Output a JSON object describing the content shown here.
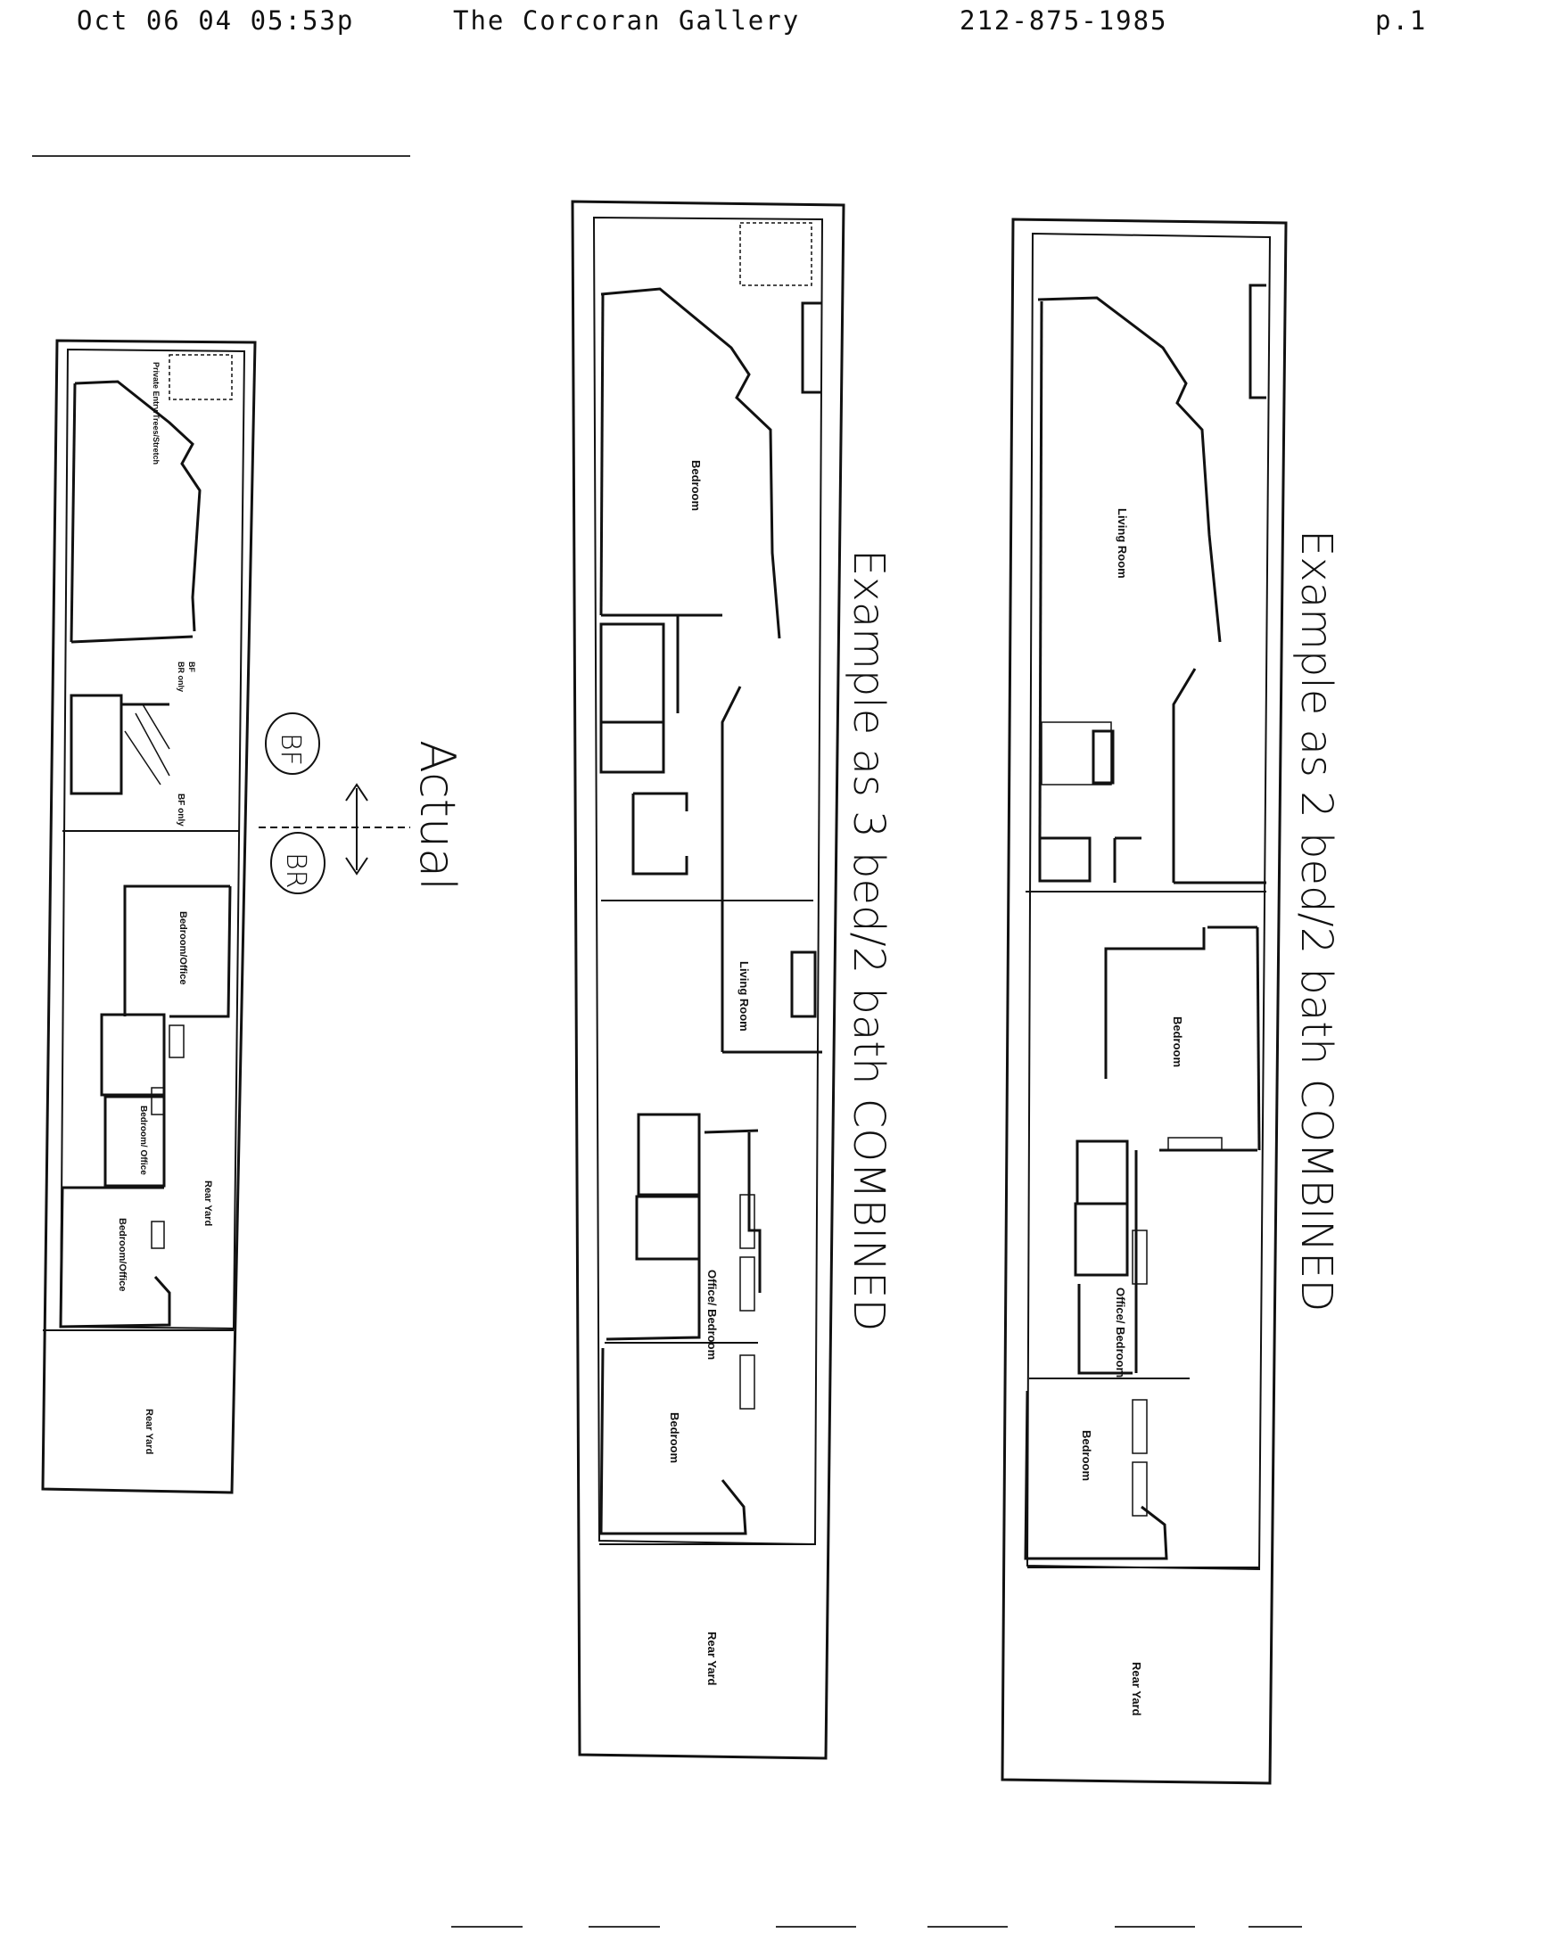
{
  "fax_header": {
    "timestamp": "Oct 06 04 05:53p",
    "sender": "The Corcoran Gallery",
    "phone": "212-875-1985",
    "page": "p.1"
  },
  "plan_actual": {
    "caption": "Actual",
    "markup_upper": "BF",
    "markup_lower": "BR",
    "rooms": {
      "entry": "Private Entry/Trees/Stretch",
      "bf": "BF",
      "bf_only": "BR only",
      "bf_only2": "BF only",
      "bedroom_office": "Bedroom/Office",
      "bedroom_office_small": "Bedroom/ Office",
      "bedroom_office_rear": "Bedroom/Office",
      "rear_yard_side": "Rear Yard",
      "rear_yard": "Rear Yard"
    }
  },
  "plan_three_bed": {
    "caption": "Example as 3 bed/2 bath COMBINED",
    "rooms": {
      "bedroom_front": "Bedroom",
      "living_room": "Living Room",
      "office_bedroom": "Office/ Bedroom",
      "bedroom_rear": "Bedroom",
      "rear_yard": "Rear Yard"
    }
  },
  "plan_two_bed": {
    "caption": "Example as 2 bed/2 bath COMBINED",
    "rooms": {
      "living_room": "Living Room",
      "bedroom_mid": "Bedroom",
      "office_bedroom": "Office/ Bedroom",
      "bedroom_rear": "Bedroom",
      "rear_yard": "Rear Yard"
    }
  }
}
